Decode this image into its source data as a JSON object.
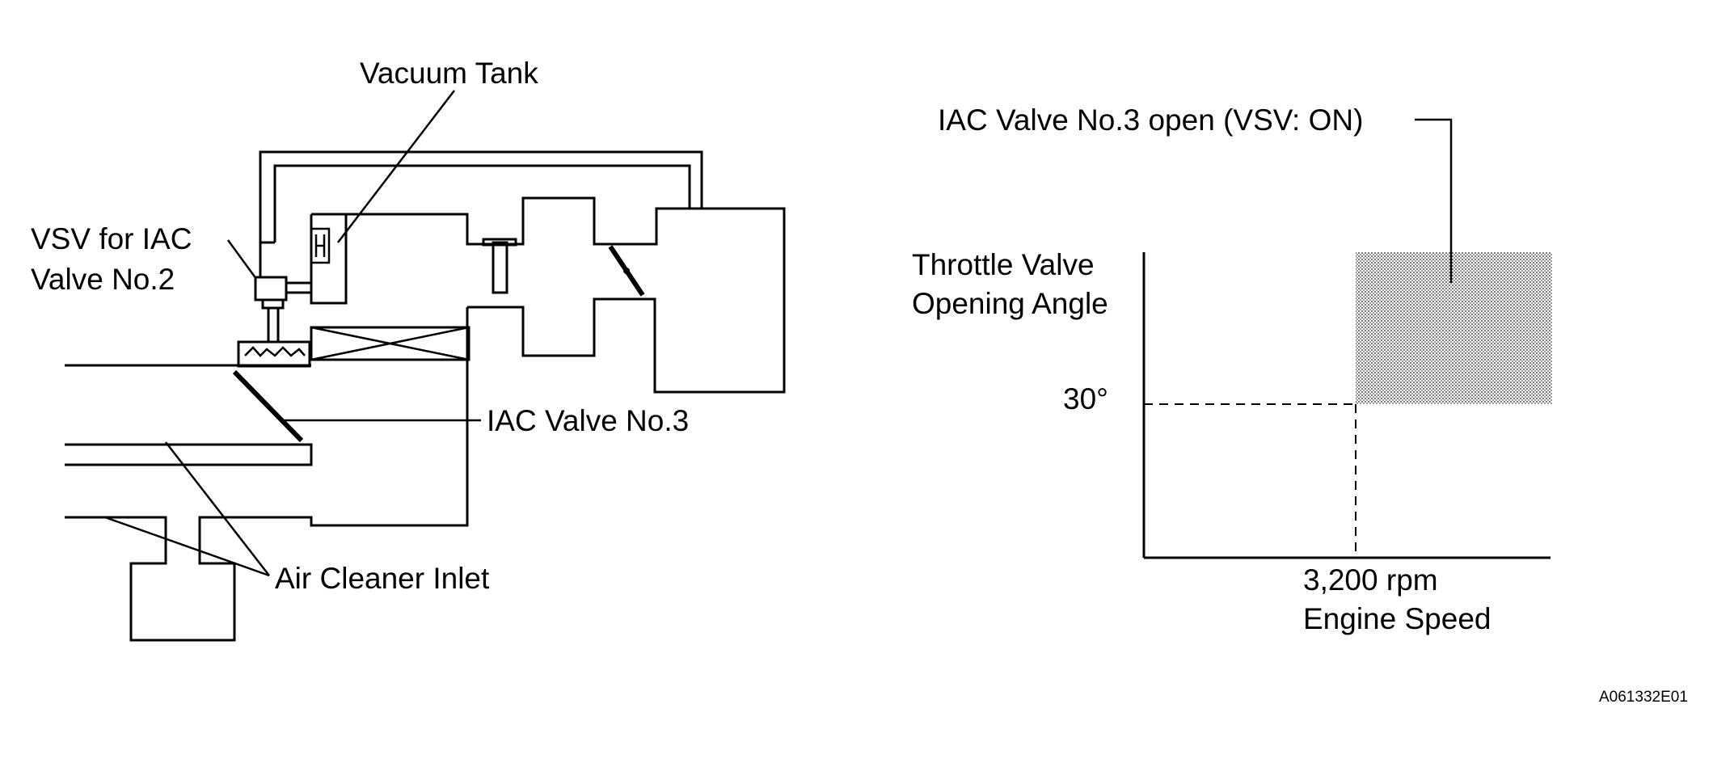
{
  "figure_code": "A061332E01",
  "diagram": {
    "labels": {
      "vacuum_tank": "Vacuum Tank",
      "vsv_line1": "VSV for IAC",
      "vsv_line2": "Valve No.2",
      "iac_valve_3": "IAC Valve No.3",
      "air_cleaner_inlet": "Air Cleaner Inlet"
    }
  },
  "graph": {
    "region_label": "IAC Valve No.3 open (VSV: ON)",
    "ylabel_line1": "Throttle Valve",
    "ylabel_line2": "Opening Angle",
    "y_threshold": "30°",
    "x_threshold": "3,200 rpm",
    "xlabel": "Engine Speed"
  },
  "colors": {
    "line": "#000000",
    "shade": "#9a9a9a",
    "background": "#ffffff"
  }
}
